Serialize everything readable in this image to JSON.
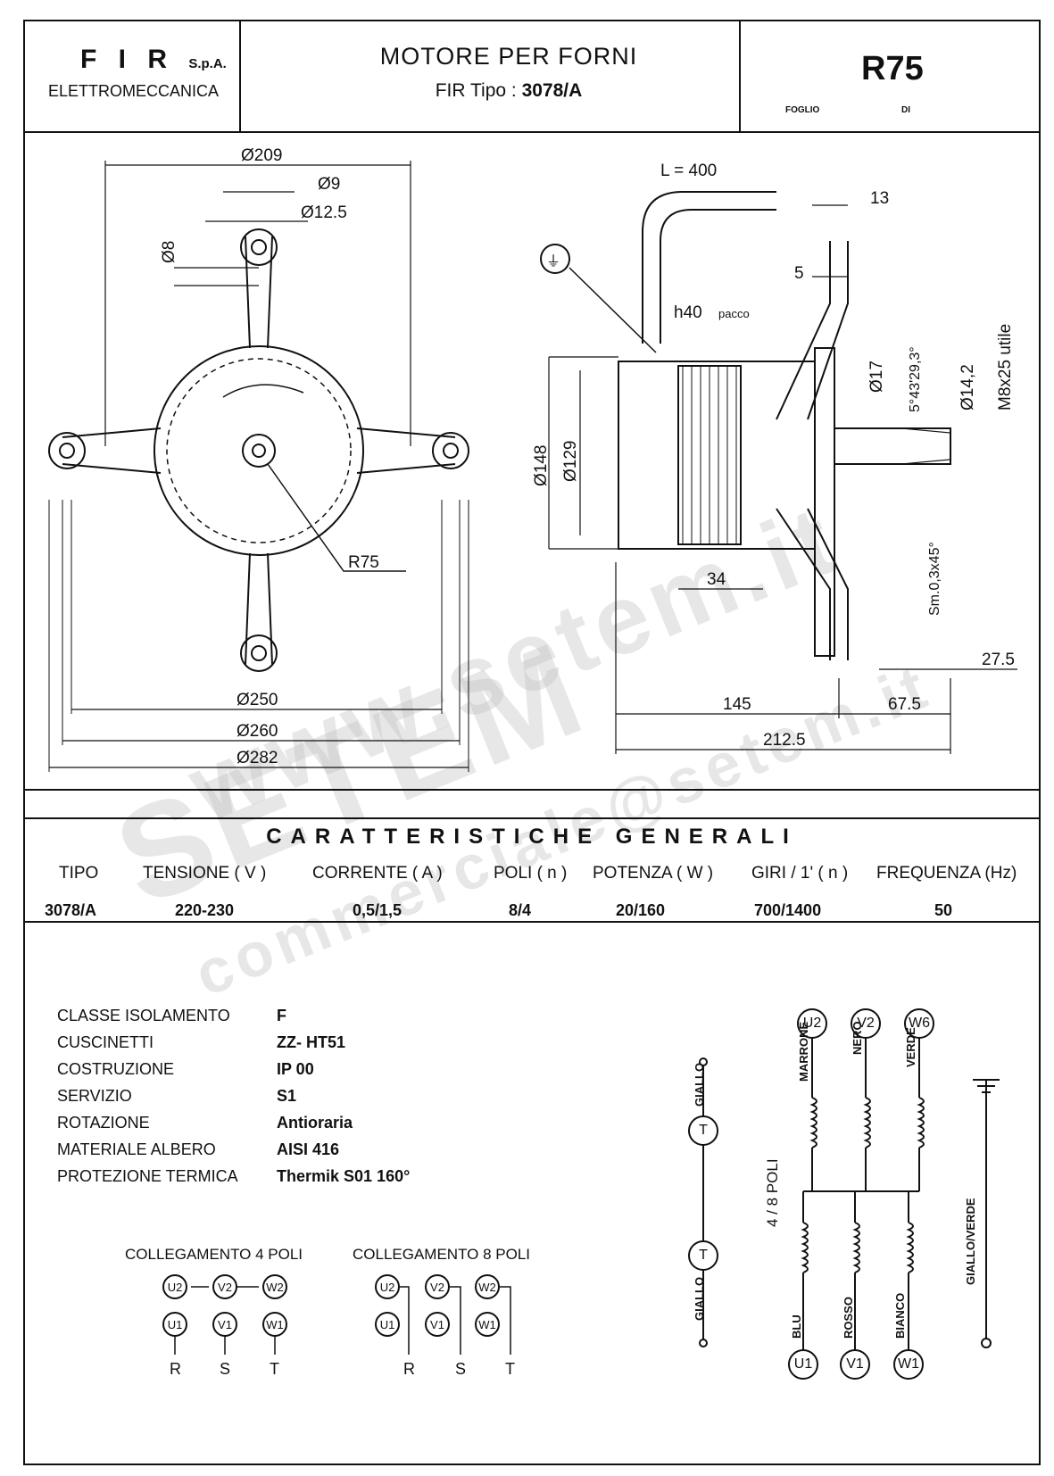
{
  "header": {
    "company": "F I R",
    "company_suffix": "S.p.A.",
    "division": "ELETTROMECCANICA",
    "title": "MOTORE PER FORNI",
    "type_prefix": "FIR Tipo :",
    "type_value": "3078/A",
    "code": "R75",
    "sheet_label": "FOGLIO",
    "of_label": "DI"
  },
  "drawing": {
    "d209": "Ø209",
    "d9": "Ø9",
    "d125": "Ø12.5",
    "d8": "Ø8",
    "r75": "R75",
    "d250": "Ø250",
    "d260": "Ø260",
    "d282": "Ø282",
    "l400": "L = 400",
    "d13": "13",
    "d5": "5",
    "h40": "h40",
    "pacco": "pacco",
    "d148": "Ø148",
    "d129": "Ø129",
    "d17": "Ø17",
    "angle": "5°43'29,3°",
    "d142": "Ø14,2",
    "m8": "M8x25 utile",
    "sm": "Sm.0,3x45°",
    "d34": "34",
    "d275": "27.5",
    "d145": "145",
    "d675": "67.5",
    "d2125": "212.5"
  },
  "specs": {
    "title": "CARATTERISTICHE GENERALI",
    "columns": [
      "TIPO",
      "TENSIONE ( V )",
      "CORRENTE ( A )",
      "POLI ( n )",
      "POTENZA ( W )",
      "GIRI / 1' ( n )",
      "FREQUENZA (Hz)"
    ],
    "row": [
      "3078/A",
      "220-230",
      "0,5/1,5",
      "8/4",
      "20/160",
      "700/1400",
      "50"
    ]
  },
  "properties": [
    {
      "label": "CLASSE ISOLAMENTO",
      "value": "F"
    },
    {
      "label": "CUSCINETTI",
      "value": "ZZ- HT51"
    },
    {
      "label": "COSTRUZIONE",
      "value": "IP 00"
    },
    {
      "label": "SERVIZIO",
      "value": "S1"
    },
    {
      "label": "ROTAZIONE",
      "value": "Antioraria"
    },
    {
      "label": "MATERIALE ALBERO",
      "value": "AISI 416"
    },
    {
      "label": "PROTEZIONE TERMICA",
      "value": "Thermik S01 160°"
    }
  ],
  "connections": {
    "four_pole_title": "COLLEGAMENTO 4 POLI",
    "eight_pole_title": "COLLEGAMENTO 8 POLI",
    "terminals_top": [
      "U2",
      "V2",
      "W2"
    ],
    "terminals_bottom": [
      "U1",
      "V1",
      "W1"
    ],
    "phases": [
      "R",
      "S",
      "T"
    ]
  },
  "wiring": {
    "top_terminals": [
      "U2",
      "V2",
      "W6"
    ],
    "bottom_terminals": [
      "U1",
      "V1",
      "W1"
    ],
    "top_colors": [
      "MARRONE",
      "NERO",
      "VERDE"
    ],
    "bottom_colors": [
      "BLU",
      "ROSSO",
      "BIANCO"
    ],
    "poles_label": "4 / 8 POLI",
    "thermal_top": "GIALLO",
    "thermal_bottom": "GIALLO",
    "thermal_symbol": "T",
    "ground_label": "GIALLO/VERDE"
  },
  "watermark": {
    "line1": "www.setem.it",
    "line2": "SETEM",
    "line3": "commerciale@setem.it"
  }
}
